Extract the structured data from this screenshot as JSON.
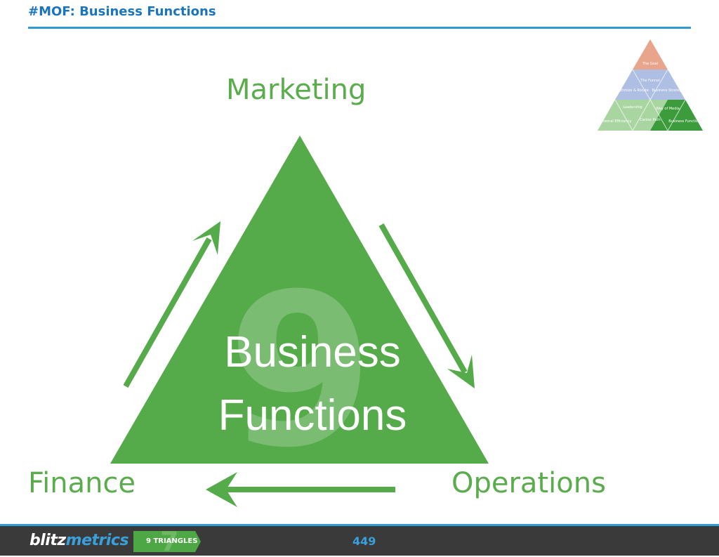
{
  "header": {
    "title": "#MOF: Business Functions"
  },
  "diagram": {
    "top_label": "Marketing",
    "left_label": "Finance",
    "right_label": "Operations",
    "center_number": "9",
    "center_line1": "Business",
    "center_line2": "Functions"
  },
  "mini_pyramid": {
    "cells": [
      "The Goal",
      "The Funnel",
      "Optimize & Rotate",
      "Business Strategy",
      "Leadership",
      "Way of Media",
      "Personal Efficiency",
      "Center Path",
      "Business Functions"
    ]
  },
  "footer": {
    "brand_part1": "blitz",
    "brand_part2": "metrics",
    "chevron_number": "7",
    "chevron_label": "9 TRIANGLES",
    "page_number": "449"
  },
  "colors": {
    "green": "#55aa4a",
    "blue": "#1b75bb",
    "salmon": "#e8a58c",
    "lavender": "#aebfe3",
    "light_green": "#a9d6a0"
  }
}
